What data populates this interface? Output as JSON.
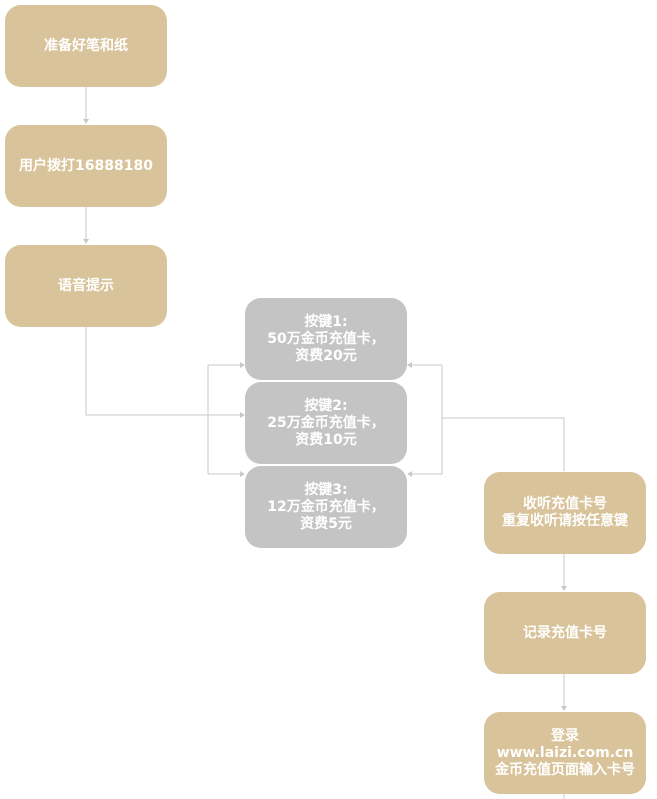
{
  "nodes": {
    "prepare": "准备好笔和纸",
    "dial": "用户拨打16888180",
    "voice_prompt": "语音提示",
    "key1": "按键1:\n50万金币充值卡，\n资费20元",
    "key2": "按键2:\n25万金币充值卡，\n资费10元",
    "key3": "按键3:\n12万金币充值卡，\n资费5元",
    "listen": "收听充值卡号\n重复收听请按任意键",
    "record": "记录充值卡号",
    "login": "登录\nwww.laizi.com.cn\n金币充值页面输入卡号"
  },
  "colors": {
    "step_fill": "#d8c39a",
    "option_fill": "#c4c4c4",
    "connector": "#c9c9c9",
    "text": "#ffffff"
  }
}
